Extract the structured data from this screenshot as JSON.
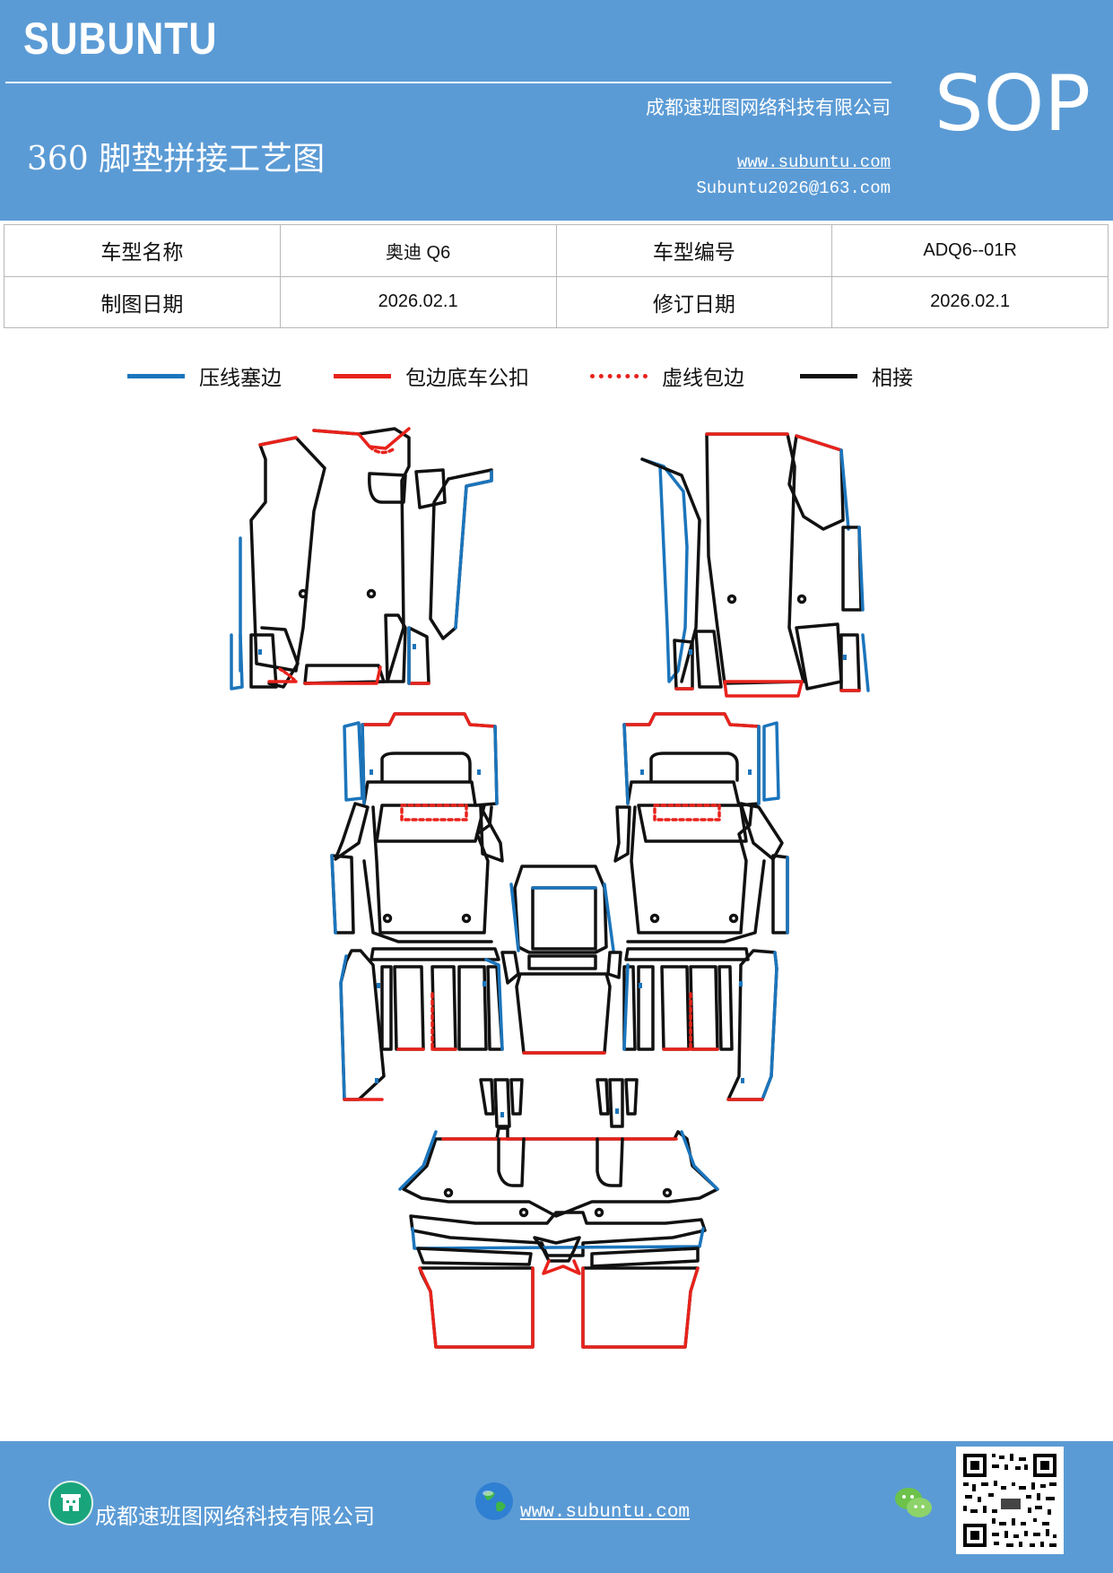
{
  "header": {
    "brand": "SUBUNTU",
    "company": "成都速班图网络科技有限公司",
    "title": "360 脚垫拼接工艺图",
    "website": "www.subuntu.com",
    "email": "Subuntu2026@163.com",
    "badge": "SOP"
  },
  "info_table": {
    "row1": {
      "label1": "车型名称",
      "value1": "奥迪 Q6",
      "label2": "车型编号",
      "value2": "ADQ6--01R"
    },
    "row2": {
      "label1": "制图日期",
      "value1": "2026.02.1",
      "label2": "修订日期",
      "value2": "2026.02.1"
    }
  },
  "legend": [
    {
      "label": "压线塞边",
      "color": "#1b75bc",
      "style": "solid"
    },
    {
      "label": "包边底车公扣",
      "color": "#e8221b",
      "style": "solid"
    },
    {
      "label": "虚线包边",
      "color": "#e8221b",
      "style": "dotted"
    },
    {
      "label": "相接",
      "color": "#111111",
      "style": "solid"
    }
  ],
  "footer": {
    "company": "成都速班图网络科技有限公司",
    "website": "www.subuntu.com ",
    "icons": [
      "building-icon",
      "globe-icon",
      "wechat-icon",
      "qr-code"
    ]
  },
  "colors": {
    "header_bg": "#5b9bd5",
    "blue_edge": "#1b75bc",
    "red_edge": "#e8221b",
    "black_edge": "#111111"
  }
}
